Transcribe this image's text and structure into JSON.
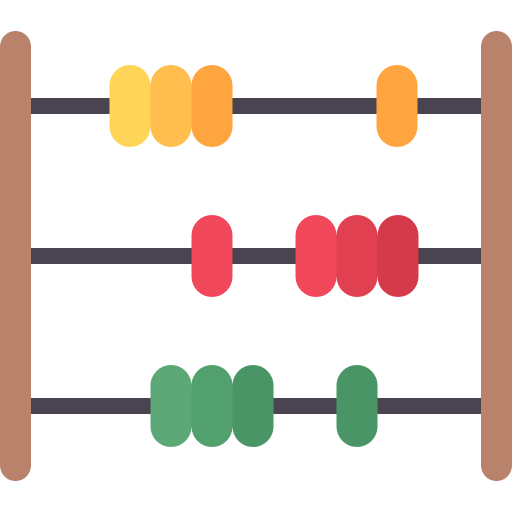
{
  "icon": "abacus-icon",
  "colors": {
    "frame": "#B9826B",
    "rod": "#4A4350"
  },
  "rows": [
    {
      "name": "top",
      "beads": [
        {
          "color": "#FFD557"
        },
        {
          "color": "#FFBE4D"
        },
        {
          "color": "#FFA53F"
        },
        {
          "color": "#FFA53F"
        }
      ]
    },
    {
      "name": "middle",
      "beads": [
        {
          "color": "#F0475A"
        },
        {
          "color": "#F0475A"
        },
        {
          "color": "#E0404F"
        },
        {
          "color": "#D53A4A"
        }
      ]
    },
    {
      "name": "bottom",
      "beads": [
        {
          "color": "#5CA877"
        },
        {
          "color": "#52A06E"
        },
        {
          "color": "#4A9565"
        },
        {
          "color": "#4A9565"
        }
      ]
    }
  ]
}
